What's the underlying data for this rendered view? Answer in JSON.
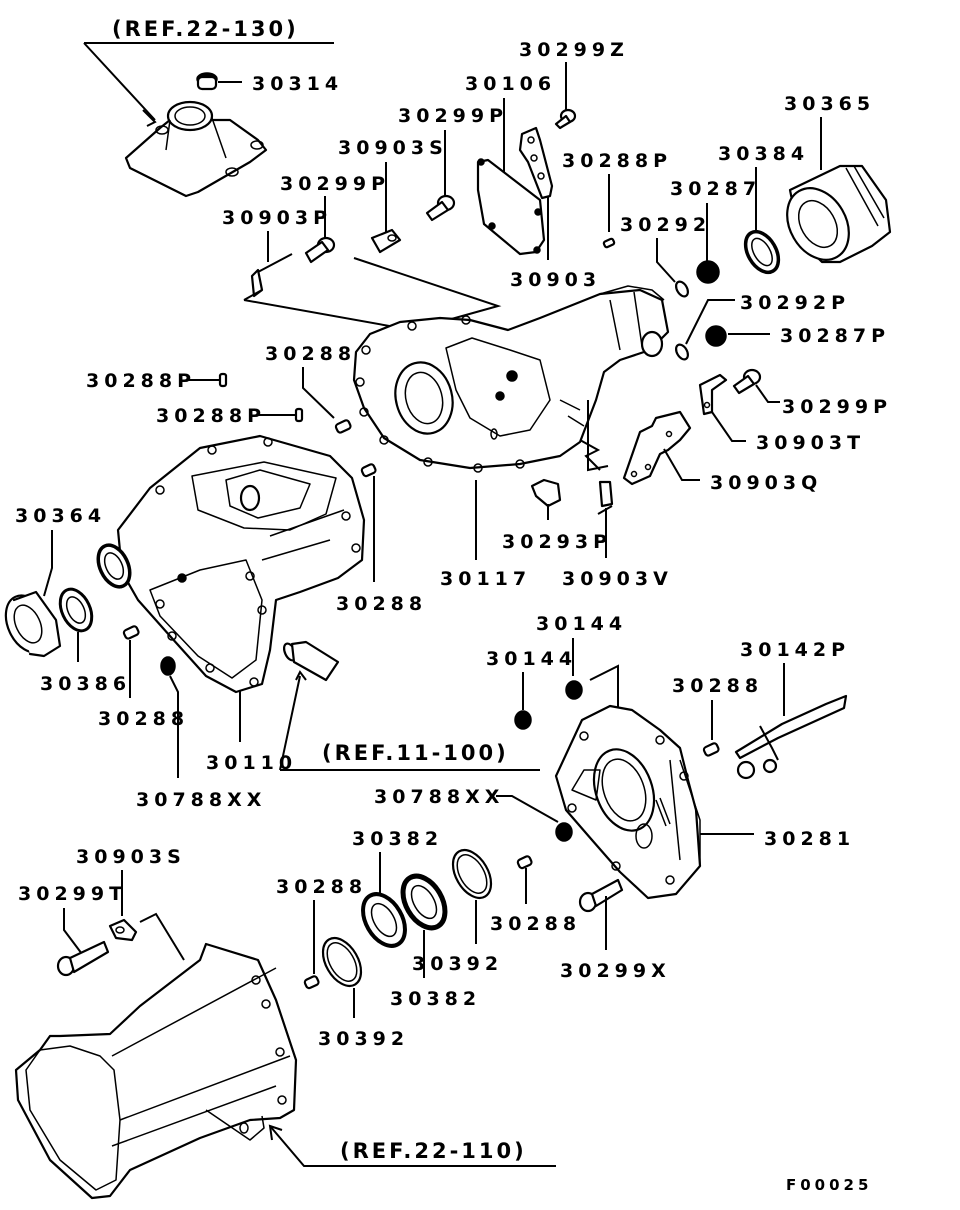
{
  "diagram": {
    "title": "Transfer case / transmission housing exploded parts diagram",
    "figure_code": "F00025",
    "references": {
      "ref_22_130": "(REF.22-130)",
      "ref_11_100": "(REF.11-100)",
      "ref_22_110": "(REF.22-110)"
    },
    "callouts": {
      "c30314": "30314",
      "c30299Z": "30299Z",
      "c30106": "30106",
      "c30299P_top": "30299P",
      "c30903S_top": "30903S",
      "c30299P_left": "30299P",
      "c30903P": "30903P",
      "c30288P_top": "30288P",
      "c30903": "30903",
      "c30292": "30292",
      "c30287": "30287",
      "c30384": "30384",
      "c30365": "30365",
      "c30292P": "30292P",
      "c30287P": "30287P",
      "c30299P_right": "30299P",
      "c30903T": "30903T",
      "c30903Q": "30903Q",
      "c30288_upper": "30288",
      "c30288P_a": "30288P",
      "c30288P_b": "30288P",
      "c30293P": "30293P",
      "c30903V": "30903V",
      "c30117": "30117",
      "c30288_mid": "30288",
      "c30364": "30364",
      "c30386": "30386",
      "c30288_left": "30288",
      "c30110": "30110",
      "c30788XX_left": "30788XX",
      "c30144_a": "30144",
      "c30144_b": "30144",
      "c30142P": "30142P",
      "c30288_right": "30288",
      "c30788XX_right": "30788XX",
      "c30281": "30281",
      "c30382_top": "30382",
      "c30903S_bottom": "30903S",
      "c30299T": "30299T",
      "c30288_bottom_left": "30288",
      "c30288_bottom_right": "30288",
      "c30392_right": "30392",
      "c30382_bottom": "30382",
      "c30392_left": "30392",
      "c30299X": "30299X"
    }
  }
}
